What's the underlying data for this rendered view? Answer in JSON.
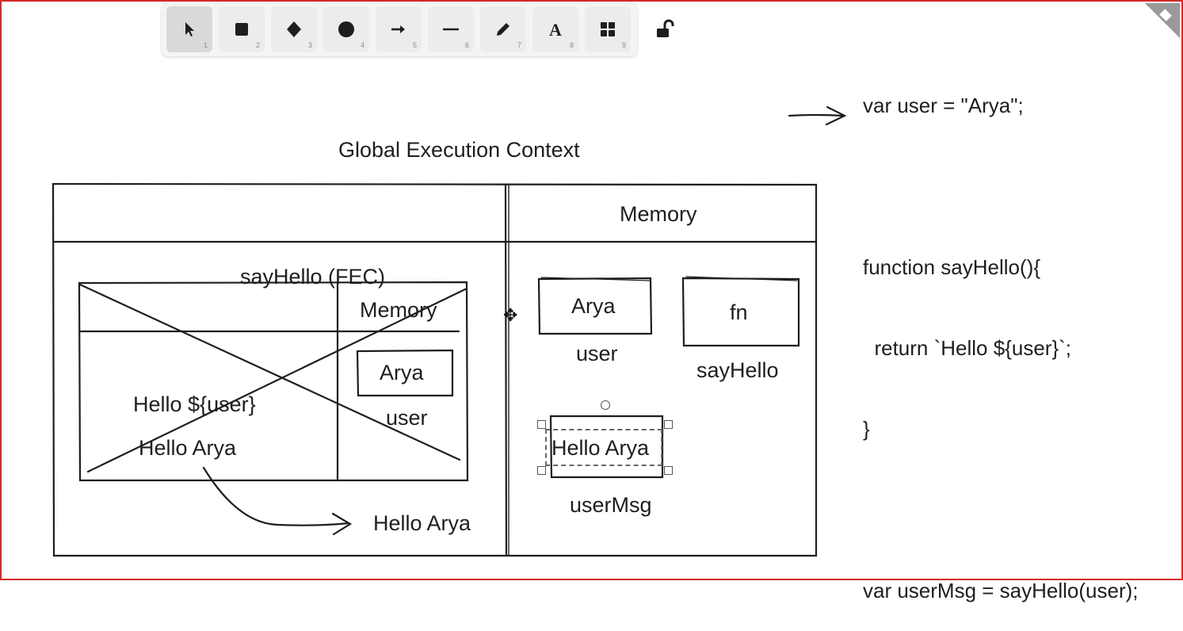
{
  "toolbar": {
    "tools": [
      {
        "icon": "pointer-icon",
        "shortcut": "1"
      },
      {
        "icon": "rectangle-icon",
        "shortcut": "2"
      },
      {
        "icon": "diamond-icon",
        "shortcut": "3"
      },
      {
        "icon": "ellipse-icon",
        "shortcut": "4"
      },
      {
        "icon": "arrow-icon",
        "shortcut": "5"
      },
      {
        "icon": "line-icon",
        "shortcut": "6"
      },
      {
        "icon": "pencil-icon",
        "shortcut": "7"
      },
      {
        "icon": "text-icon",
        "shortcut": "8",
        "glyph": "A"
      },
      {
        "icon": "library-icon",
        "shortcut": "9"
      }
    ],
    "lock_icon": "unlocked-lock-icon"
  },
  "code": {
    "line1": "var user = \"Arya\";",
    "line2": "function sayHello(){",
    "line3": "  return `Hello ${user}`;",
    "line4": "}",
    "line5": "var userMsg = sayHello(user);"
  },
  "diagram": {
    "gec_title": "Global Execution Context",
    "memory_header": "Memory",
    "fec_title": "sayHello (FEC)",
    "fec_memory_header": "Memory",
    "fec_var_value": "Arya",
    "fec_var_name": "user",
    "fec_template": "Hello ${user}",
    "fec_result": "Hello Arya",
    "return_value": "Hello Arya",
    "mem_user_value": "Arya",
    "mem_user_name": "user",
    "mem_fn_value": "fn",
    "mem_fn_name": "sayHello",
    "mem_msg_value": "Hello Arya",
    "mem_msg_name": "userMsg"
  }
}
